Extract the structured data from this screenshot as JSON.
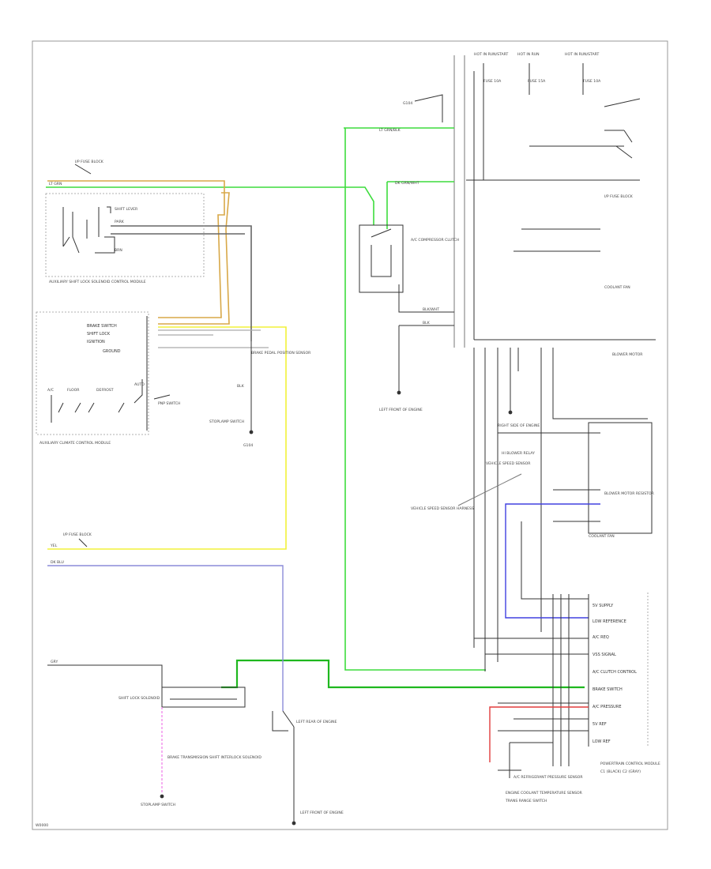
{
  "diagram": {
    "page_code": "W0000",
    "labels": {
      "hot_run_1": "HOT IN RUN/START",
      "hot_run_2": "HOT IN RUN",
      "hot_run_3": "HOT IN RUN/START",
      "fuse_1": "FUSE 10A",
      "fuse_2": "FUSE 15A",
      "fuse_3": "FUSE 10A",
      "i_p_fuse_block_top": "I/P FUSE BLOCK",
      "i_p_fuse_block_yel": "I/P FUSE BLOCK",
      "wire_ltgrn_left": "LT GRN",
      "wire_yel_left": "YEL",
      "wire_dkblu_left": "DK BLU",
      "wire_gry_left": "GRY",
      "shift_lever": "SHIFT LEVER",
      "park": "PARK",
      "brn": "BRN",
      "auxiliary_module": "AUXILIARY SHIFT LOCK SOLENOID CONTROL MODULE",
      "aux_control_module": "AUXILIARY CLIMATE CONTROL MODULE",
      "lamp_a": "A/C",
      "lamp_b": "FLOOR",
      "lamp_c": "DEFROST",
      "lamp_d": "AUTO",
      "pin_sw_1": "BRAKE SWITCH",
      "pin_sw_2": "SHIFT LOCK",
      "pin_sw_3": "IGNITION",
      "pin_sw_4": "GROUND",
      "pnp_switch": "PNP SWITCH",
      "brake_pedal": "BRAKE PEDAL POSITION SENSOR",
      "gnd_blk": "BLK",
      "g_ref": "G104",
      "ac_compressor": "A/C COMPRESSOR CLUTCH",
      "ltgrn_ac": "LT GRN/BLK",
      "dkgrn_wht": "DK GRN/WHT",
      "blk_wht": "BLK/WHT",
      "blk": "BLK",
      "left_ground": "LEFT FRONT OF ENGINE",
      "right_ground": "RIGHT SIDE OF ENGINE",
      "blower_motor": "BLOWER MOTOR",
      "high_relay": "HI BLOWER RELAY",
      "resistor": "BLOWER MOTOR RESISTOR",
      "ecm_block": "POWERTRAIN CONTROL MODULE",
      "ecm_conn": "C1 (BLACK) C2 (GRAY)",
      "vss_label": "VEHICLE SPEED SENSOR",
      "vss_harness": "VEHICLE SPEED SENSOR HARNESS",
      "pcm_pins": [
        "5V SUPPLY",
        "LOW REFERENCE",
        "A/C REQ",
        "VSS SIGNAL",
        "A/C CLUTCH CONTROL",
        "BRAKE SWITCH",
        "A/C PRESSURE",
        "5V REF",
        "LOW REF"
      ],
      "coolant_fan": "COOLANT FAN",
      "a_c_pressure": "A/C REFRIGERANT PRESSURE SENSOR",
      "engine_coolant": "ENGINE COOLANT TEMPERATURE SENSOR",
      "trans_range": "TRANS RANGE SWITCH",
      "bottom_label": "SHIFT LOCK SOLENOID",
      "bottom_left": "BRAKE TRANSMISSION SHIFT INTERLOCK SOLENOID",
      "bottom_mid": "LEFT REAR OF ENGINE",
      "stoplamp": "STOPLAMP SWITCH"
    }
  }
}
